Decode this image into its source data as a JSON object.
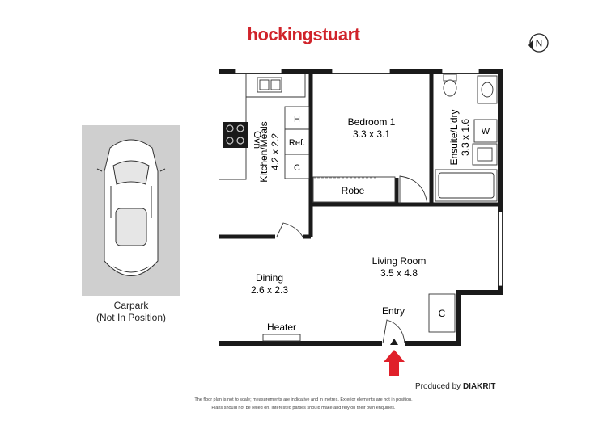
{
  "brand": {
    "name": "hockingstuart",
    "color": "#d0232a"
  },
  "compass": {
    "label": "N"
  },
  "rooms": {
    "kitchen": {
      "name": "Kitchen/Meals",
      "dims": "4.2 x 2.2"
    },
    "bedroom": {
      "name": "Bedroom 1",
      "dims": "3.3 x 3.1"
    },
    "ensuite": {
      "name": "Ensuite/L'dry",
      "dims": "3.3 x 1.6"
    },
    "living": {
      "name": "Living Room",
      "dims": "3.5 x 4.8"
    },
    "dining": {
      "name": "Dining",
      "dims": "2.6 x 2.3"
    }
  },
  "fixtures": {
    "oven": "Ovn",
    "hotplate": "H",
    "fridge": "Ref.",
    "cupboard_kitchen": "C",
    "washer": "W",
    "robe": "Robe",
    "cupboard_living": "C",
    "heater": "Heater",
    "entry": "Entry"
  },
  "carpark": {
    "line1": "Carpark",
    "line2": "(Not In Position)"
  },
  "entry_arrow_color": "#e0202a",
  "footer": {
    "produced_prefix": "Produced by",
    "produced_brand": "DIAKRIT",
    "disclaimer_1": "The floor plan is not to scale; measurements are indicative and in metres. Exterior elements are not in position.",
    "disclaimer_2": "Plans should not be relied on. Interested parties should make and rely on their own enquiries."
  }
}
